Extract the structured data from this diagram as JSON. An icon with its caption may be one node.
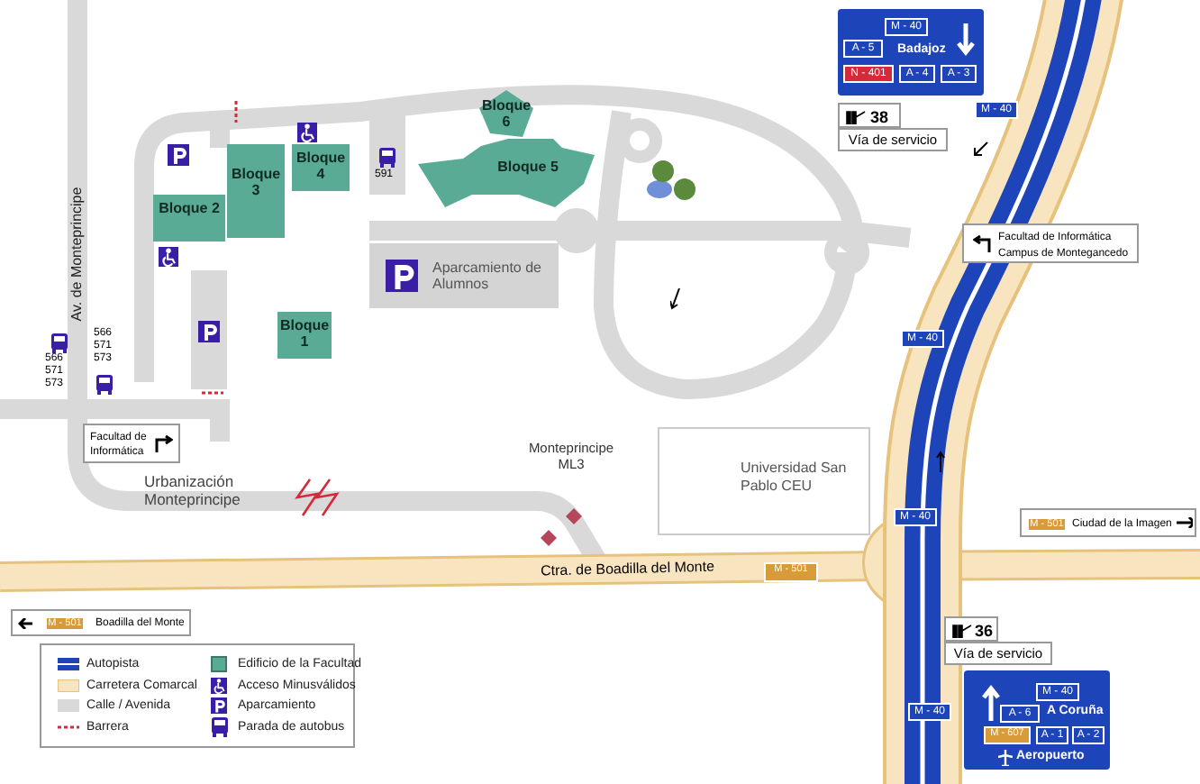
{
  "diagram": {
    "nodes": [
      {
        "text": [
          "Bloque 6"
        ]
      },
      {
        "text": [
          "Bloque 4"
        ]
      },
      {
        "text": [
          "Bloque 3"
        ]
      },
      {
        "text": [
          "Bloque 5"
        ]
      },
      {
        "text": [
          "Bloque 2"
        ]
      },
      {
        "text": [
          "Aparcamiento de Alumnos"
        ]
      },
      {
        "text": [
          "Bloque 1"
        ]
      },
      {
        "text": [
          "Badajoz"
        ]
      },
      {
        "text": [
          "M - 40"
        ],
        "in": 7
      },
      {
        "text": [
          "A - 5"
        ],
        "in": 7
      },
      {
        "text": [
          "N - 401"
        ],
        "in": 7
      },
      {
        "text": [
          "A - 4"
        ],
        "in": 7
      },
      {
        "text": [
          "A - 3"
        ],
        "in": 7
      },
      {
        "text": [
          "38"
        ]
      },
      {
        "text": [
          "Vía de servicio"
        ]
      },
      {
        "text": [
          "M - 40"
        ]
      },
      {
        "text": [
          "Facultad de Informática",
          "Campus de Montegancedo"
        ]
      },
      {
        "text": [
          "M - 40"
        ]
      },
      {
        "text": [
          "Facultad de Informática"
        ]
      },
      {
        "text": [
          "Universidad San Pablo CEU"
        ]
      },
      {
        "text": [
          "M - 40"
        ]
      },
      {
        "text": [
          "Ciudad de la Imagen"
        ]
      },
      {
        "text": [
          "M - 501"
        ],
        "in": 21
      },
      {
        "text": [
          "M - 501"
        ]
      },
      {
        "text": [
          "Boadilla del Monte"
        ]
      },
      {
        "text": [
          "M - 501"
        ],
        "in": 24
      },
      {
        "text": [
          "36"
        ]
      },
      {
        "text": [
          "Vía de servicio"
        ]
      },
      {
        "text": [
          "A Coruña",
          "Aeropuerto"
        ]
      },
      {
        "text": [
          "M - 40"
        ],
        "in": 28
      },
      {
        "text": [
          "A - 6"
        ],
        "in": 28
      },
      {
        "text": [
          "M - 607"
        ],
        "in": 28
      },
      {
        "text": [
          "A - 1"
        ],
        "in": 28
      },
      {
        "text": [
          "A - 2"
        ],
        "in": 28
      },
      {
        "text": [
          "M - 40"
        ]
      }
    ],
    "labels": [
      "591",
      "Av. de Monteprincipe",
      "566 571 573",
      "566 571 573",
      "Urbanización Monteprincipe",
      "Monteprincipe ML3",
      "Ctra. de Boadilla del Monte"
    ],
    "legend": [
      {
        "text": "Autopista"
      },
      {
        "text": "Carretera Comarcal"
      },
      {
        "text": "Calle / Avenida"
      },
      {
        "text": "Barrera"
      },
      {
        "text": "Edificio de la Facultad",
        "color": "#5aab96"
      },
      {
        "text": "Acceso Minusválidos"
      },
      {
        "text": "Aparcamiento"
      },
      {
        "text": "Parada de autobus"
      }
    ]
  }
}
